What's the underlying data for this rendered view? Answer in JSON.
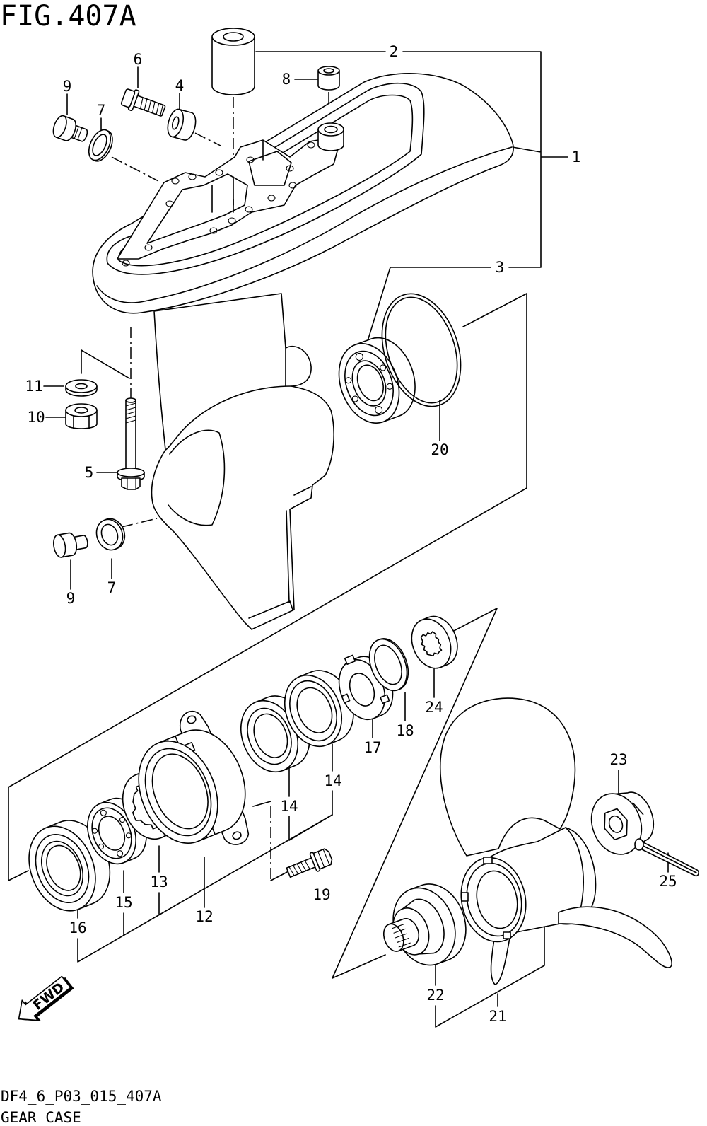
{
  "figure": {
    "title": "FIG.407A"
  },
  "callouts": [
    "2",
    "1",
    "3",
    "6",
    "4",
    "8",
    "9",
    "7",
    "11",
    "10",
    "5",
    "20",
    "9",
    "7",
    "24",
    "18",
    "17",
    "14",
    "14",
    "23",
    "13",
    "15",
    "12",
    "16",
    "19",
    "25",
    "22",
    "21"
  ],
  "direction_arrow": {
    "label": "FWD",
    "icon": "fwd-arrow-icon"
  },
  "footer": {
    "code": "DF4_6_P03_015_407A",
    "caption": "GEAR CASE"
  },
  "colors": {
    "ink": "#000000",
    "paper": "#ffffff"
  }
}
